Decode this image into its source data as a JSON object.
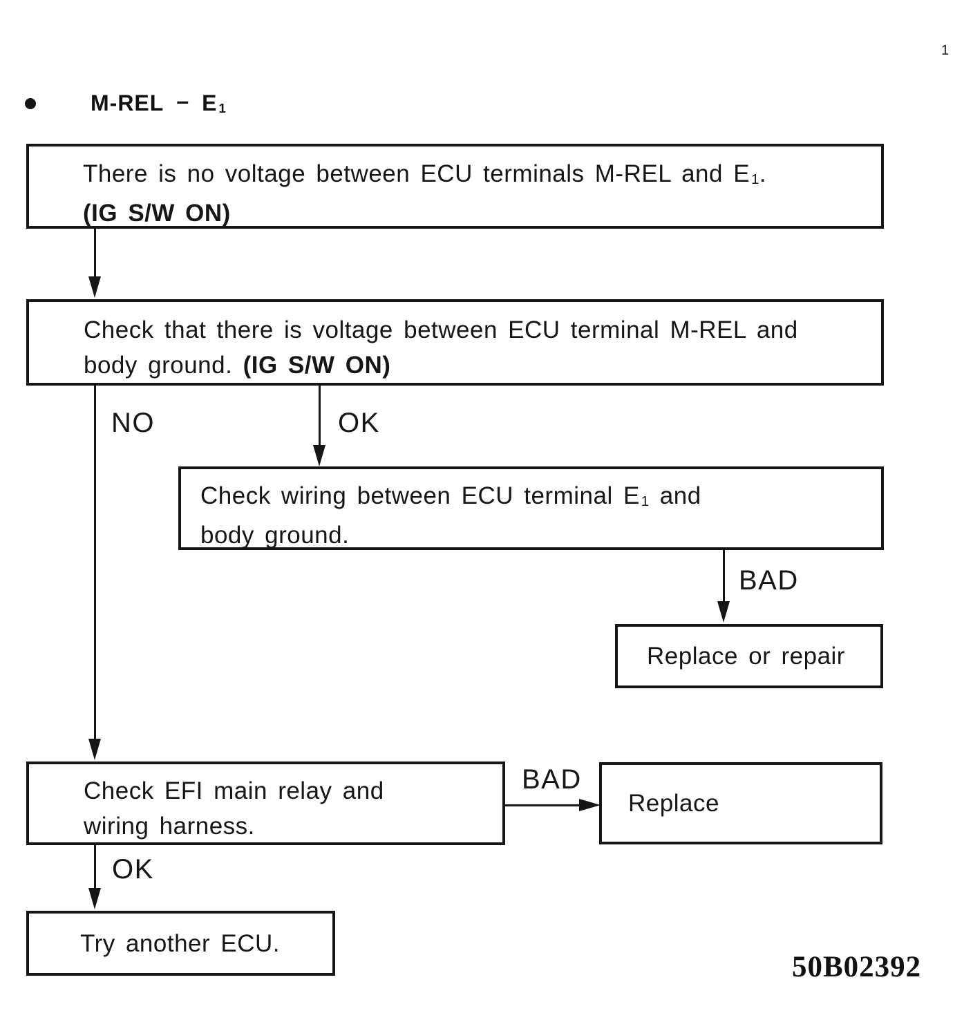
{
  "page": {
    "corner_mark": "1",
    "figure_code": "50B02392"
  },
  "title": {
    "terminal_a": "M-REL",
    "separator": "–",
    "terminal_b": "E",
    "terminal_b_sub": "1"
  },
  "nodes": {
    "problem": {
      "line1_pre": "There is no voltage between ECU terminals M-REL and E",
      "line1_sub": "1",
      "line1_post": ".",
      "line2": "(IG S/W ON)"
    },
    "check_voltage": {
      "line1": "Check that there is voltage between ECU terminal M-REL and",
      "line2_pre": "body ground. ",
      "line2_bold": "(IG S/W ON)"
    },
    "check_wiring": {
      "line1_pre": "Check wiring between ECU terminal E",
      "line1_sub": "1",
      "line1_post": " and",
      "line2": "body ground."
    },
    "replace_or_repair": {
      "label": "Replace or repair"
    },
    "check_relay": {
      "line1": "Check EFI main relay and",
      "line2": "wiring harness."
    },
    "replace": {
      "label": "Replace"
    },
    "try_ecu": {
      "label": "Try another ECU."
    }
  },
  "edge_labels": {
    "no": "NO",
    "ok_upper": "OK",
    "bad_upper": "BAD",
    "bad_lower": "BAD",
    "ok_lower": "OK"
  }
}
